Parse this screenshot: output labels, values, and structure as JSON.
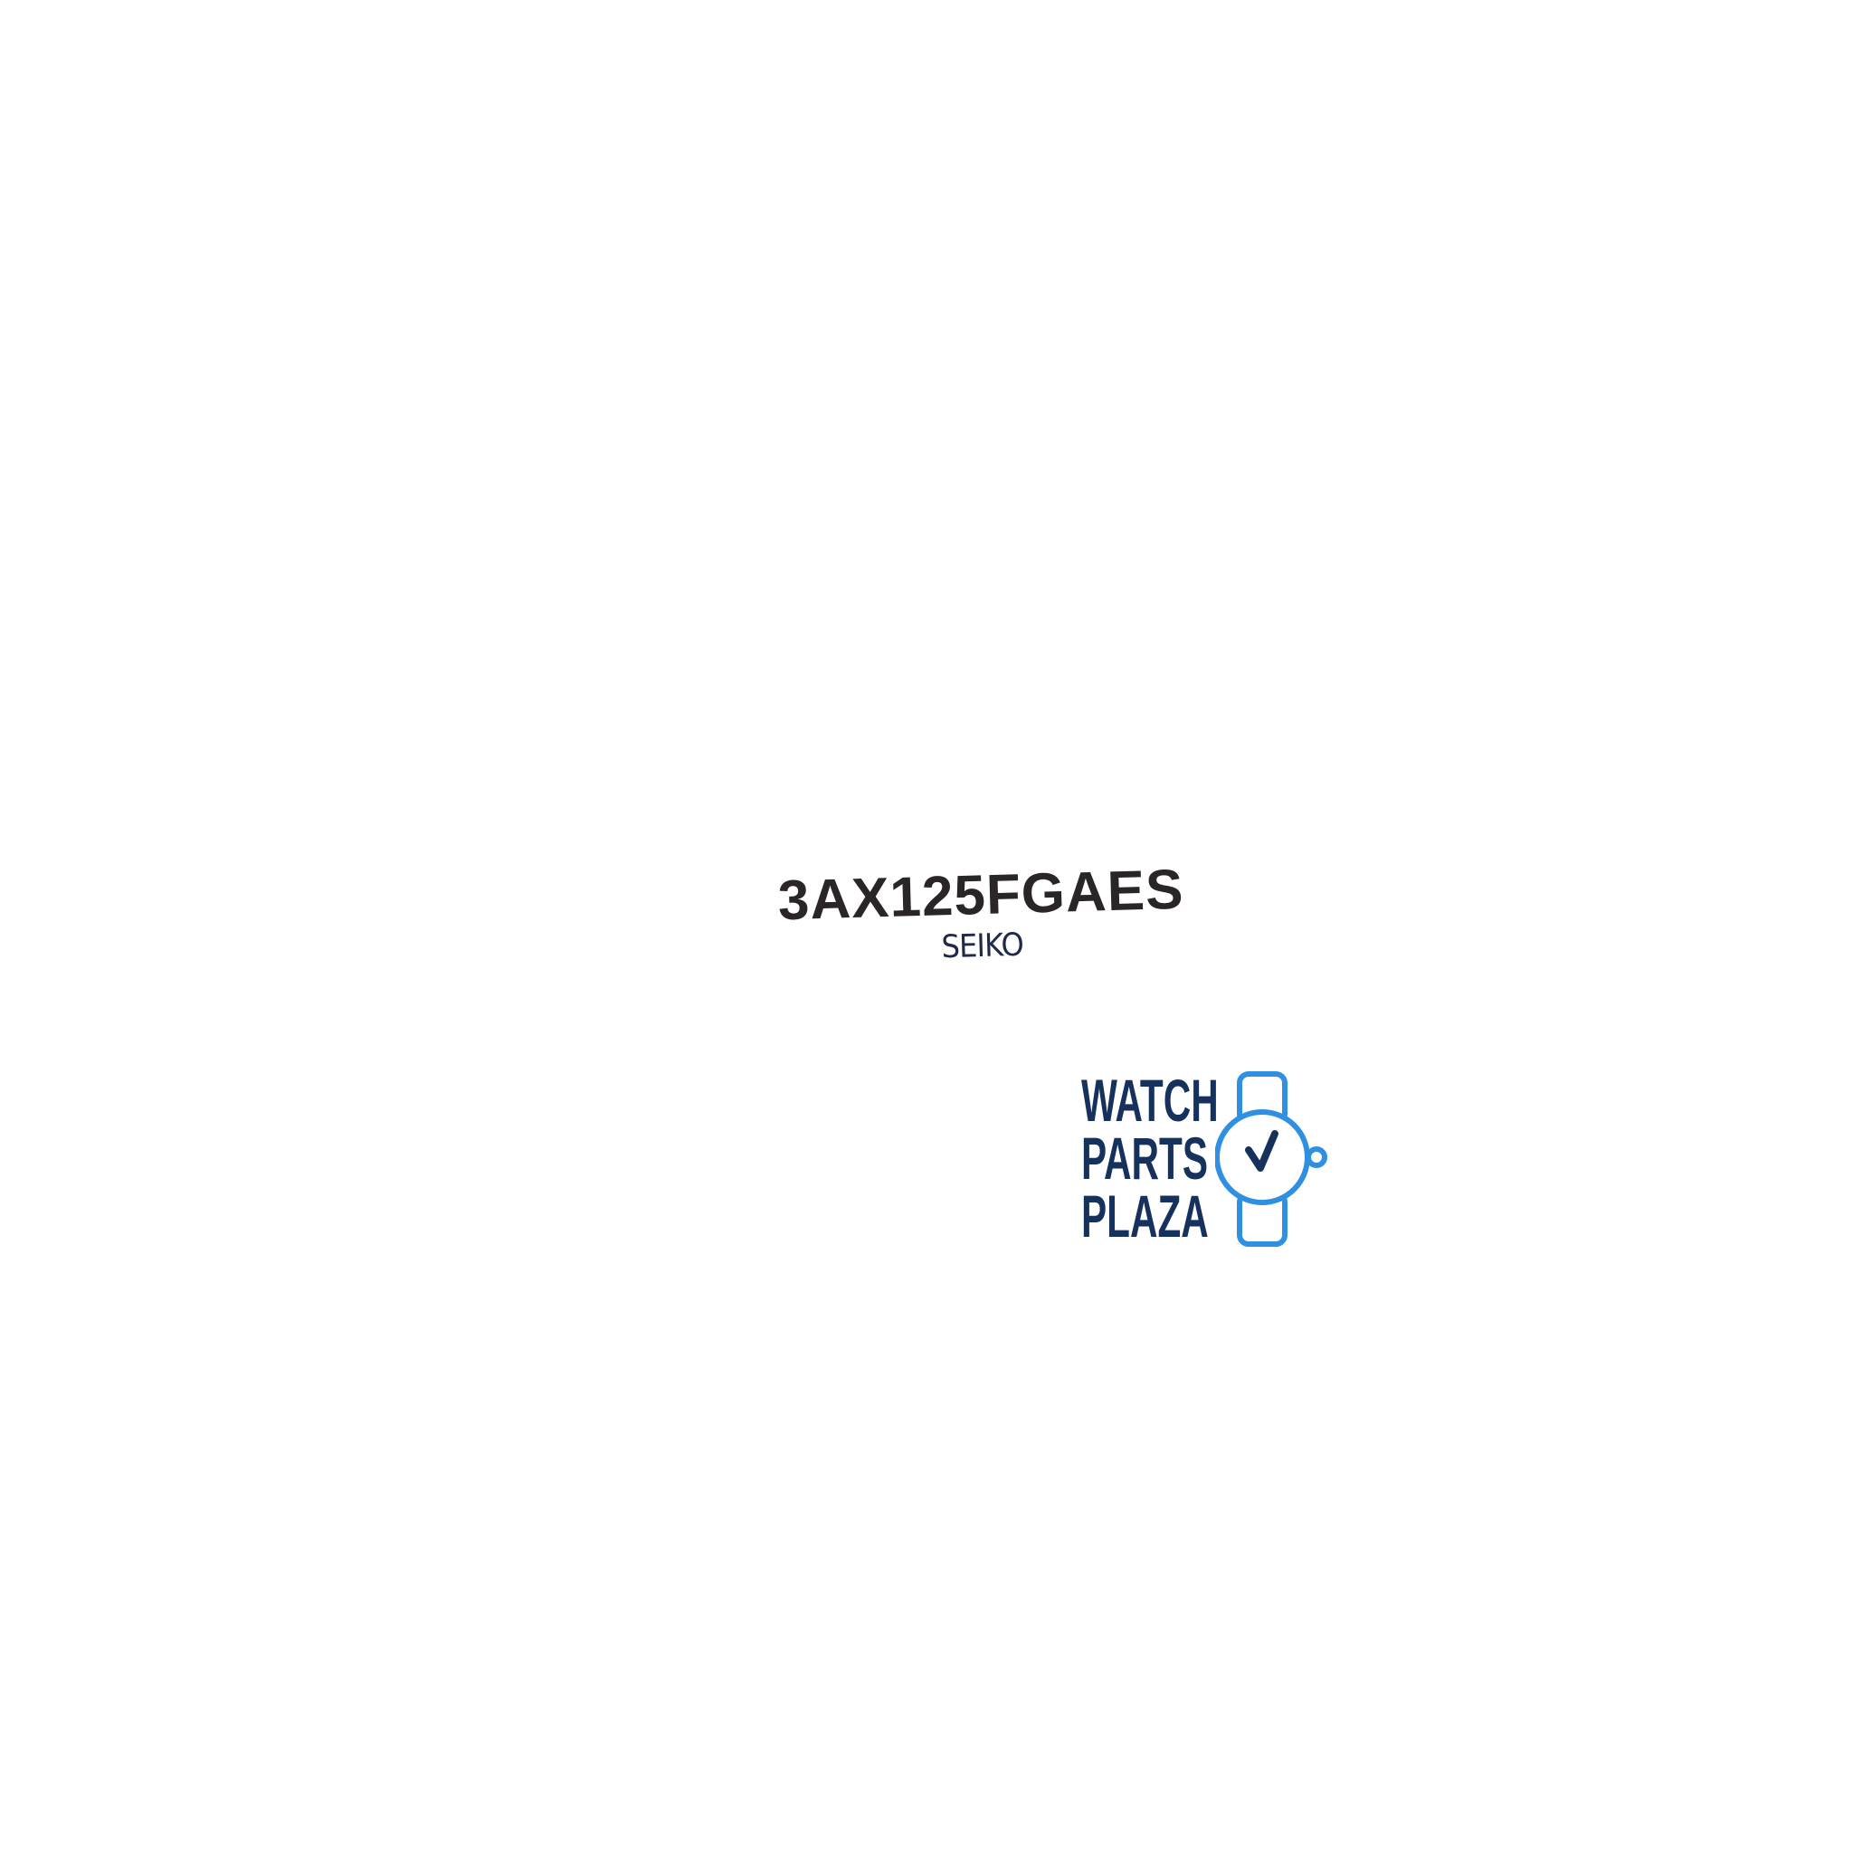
{
  "part_label": {
    "code": "3AX125FGAES",
    "brand": "SEIKO"
  },
  "logo": {
    "lines": [
      "WATCH",
      "PARTS",
      "PLAZA"
    ],
    "icon": "watch-check-icon",
    "colors": {
      "text": "#16325c",
      "icon": "#2f8fe0",
      "check": "#16325c"
    }
  }
}
